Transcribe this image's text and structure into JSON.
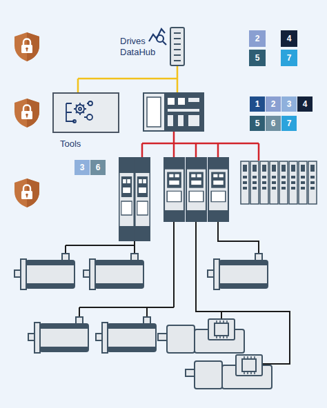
{
  "diagram": {
    "nodes": [
      {
        "text": [
          "2"
        ]
      },
      {
        "text": [
          "4"
        ]
      },
      {
        "text": [
          "5"
        ]
      },
      {
        "text": [
          "7"
        ]
      },
      {
        "text": [
          "Tools"
        ]
      },
      {
        "text": [
          "1"
        ]
      },
      {
        "text": [
          "2"
        ]
      },
      {
        "text": [
          "3"
        ]
      },
      {
        "text": [
          "4"
        ]
      },
      {
        "text": [
          "5"
        ]
      },
      {
        "text": [
          "6"
        ]
      },
      {
        "text": [
          "7"
        ]
      },
      {
        "text": [
          "3"
        ]
      },
      {
        "text": [
          "6"
        ]
      }
    ],
    "labels": [
      "Drives DataHub"
    ]
  }
}
